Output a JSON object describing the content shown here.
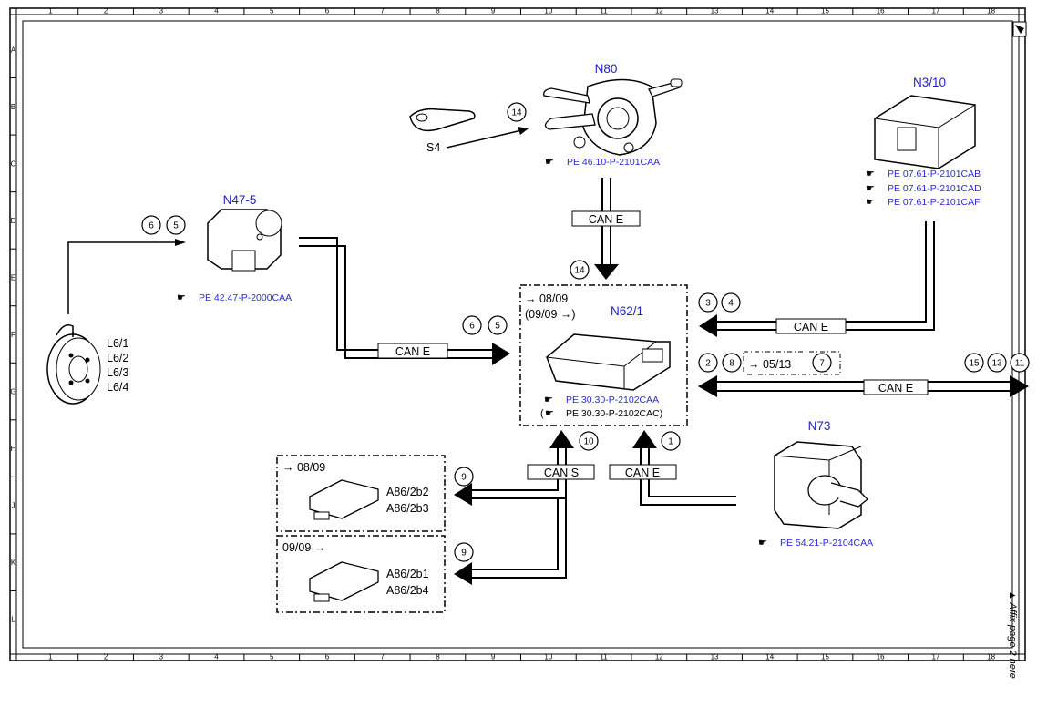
{
  "frame": {
    "columns": [
      "1",
      "2",
      "3",
      "4",
      "5",
      "6",
      "7",
      "8",
      "9",
      "10",
      "11",
      "12",
      "13",
      "14",
      "15",
      "16",
      "17",
      "18"
    ],
    "rows": [
      "A",
      "B",
      "C",
      "D",
      "E",
      "F",
      "G",
      "H",
      "J",
      "K",
      "L"
    ],
    "side_note": "▲ Affix page 2 here"
  },
  "components": {
    "n80": {
      "title": "N80",
      "ref": "PE 46.10-P-2101CAA"
    },
    "s4": {
      "label": "S4"
    },
    "n3_10": {
      "title": "N3/10",
      "refs": [
        "PE 07.61-P-2101CAB",
        "PE 07.61-P-2101CAD",
        "PE 07.61-P-2101CAF"
      ]
    },
    "n47_5": {
      "title": "N47-5",
      "ref": "PE 42.47-P-2000CAA"
    },
    "wheel": {
      "labels": [
        "L6/1",
        "L6/2",
        "L6/3",
        "L6/4"
      ]
    },
    "n62_1": {
      "title": "N62/1",
      "date_from": "→ 08/09",
      "date_until": "(09/09 →)",
      "ref1": "PE 30.30-P-2102CAA",
      "ref2_open": "(",
      "ref2": "PE 30.30-P-2102CAC)"
    },
    "n73": {
      "title": "N73",
      "ref": "PE 54.21-P-2104CAA"
    },
    "a86_top": {
      "date": "→ 08/09",
      "labels": [
        "A86/2b2",
        "A86/2b3"
      ]
    },
    "a86_bottom": {
      "date": "09/09 →",
      "labels": [
        "A86/2b1",
        "A86/2b4"
      ]
    }
  },
  "buses": {
    "can_e": "CAN E",
    "can_s": "CAN S",
    "bidir_note": "→ 05/13"
  },
  "circles": {
    "s4_arrow": "14",
    "n62_top": "14",
    "wheel_left": "6",
    "wheel_right": "5",
    "n47_left": "6",
    "n47_right": "5",
    "n3_left": "3",
    "n3_right": "4",
    "g_left1": "2",
    "g_left2": "8",
    "g_mid": "7",
    "g_right1": "15",
    "g_right2": "13",
    "g_right3": "11",
    "can_s": "10",
    "can_e_n73": "1",
    "a86_top": "9",
    "a86_bottom": "9"
  }
}
